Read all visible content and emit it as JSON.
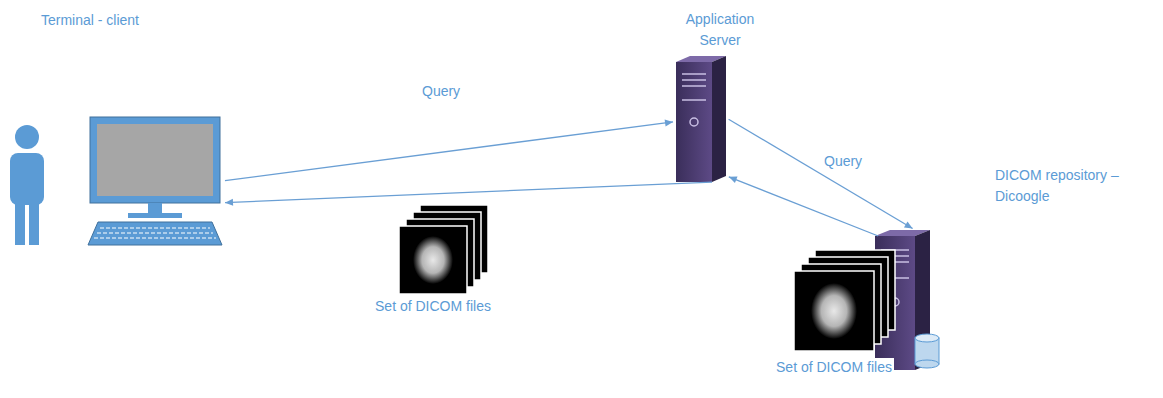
{
  "diagram": {
    "nodes": [
      {
        "text": [
          "Terminal - client"
        ]
      },
      {
        "text": [
          "Application Server"
        ]
      },
      {
        "text": [
          "DICOM repository – Dicoogle"
        ]
      }
    ],
    "edges": [
      {
        "from": 0,
        "to": 1,
        "label": "Query",
        "arrow": "to"
      },
      {
        "from": 1,
        "to": 2,
        "label": "Query",
        "arrow": "to"
      },
      {
        "from": 2,
        "to": 1,
        "arrow": "to"
      },
      {
        "from": 1,
        "to": 0,
        "arrow": "to"
      }
    ],
    "labels": [
      "Set of DICOM files",
      "Set of DICOM files"
    ]
  }
}
